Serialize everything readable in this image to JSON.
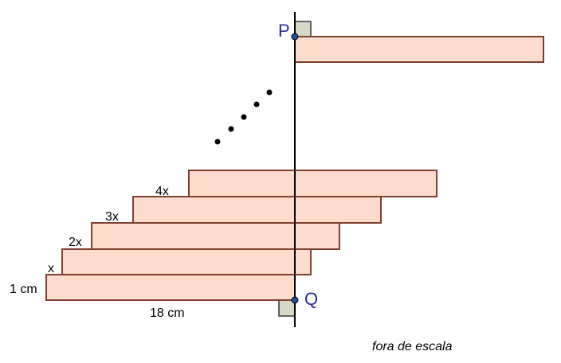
{
  "labels": {
    "height": "1 cm",
    "step1": "x",
    "step2": "2x",
    "step3": "3x",
    "step4": "4x",
    "length": "18 cm",
    "point_top": "P",
    "point_bottom": "Q",
    "note": "fora de escala"
  },
  "colors": {
    "bar_fill": "#fcdccc",
    "bar_stroke": "#7f3f2e",
    "point": "#1f4fa0"
  }
}
